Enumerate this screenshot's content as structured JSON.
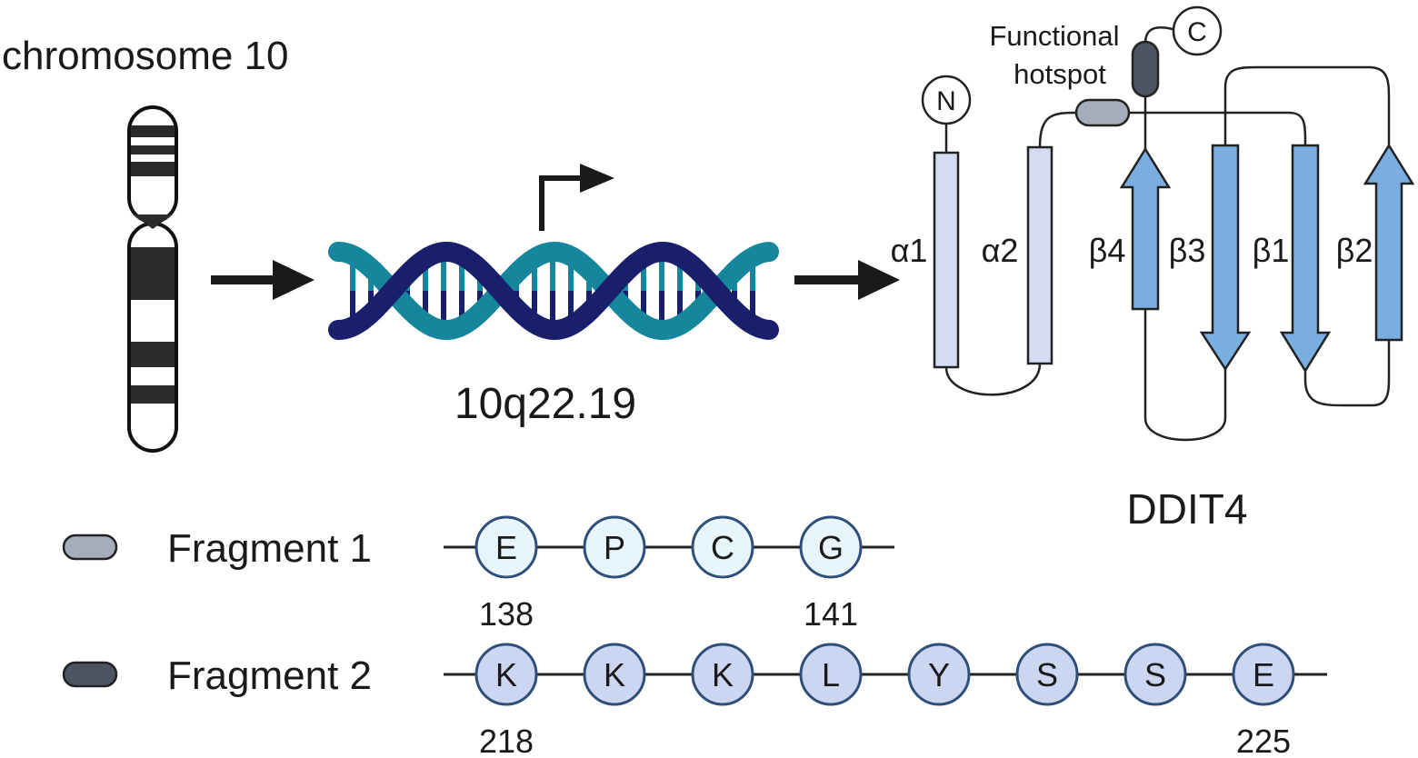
{
  "chromosome": {
    "label": "chromosome 10"
  },
  "locus": {
    "label": "10q22.19"
  },
  "protein": {
    "name": "DDIT4",
    "n_terminus": "N",
    "c_terminus": "C",
    "hotspot_label_line1": "Functional",
    "hotspot_label_line2": "hotspot",
    "helices": [
      "α1",
      "α2"
    ],
    "strands": [
      "β4",
      "β3",
      "β1",
      "β2"
    ]
  },
  "legend": {
    "fragments": [
      {
        "label": "Fragment 1",
        "residues": [
          "E",
          "P",
          "C",
          "G"
        ],
        "start": "138",
        "end": "141",
        "fill": "#e8f5fc",
        "key_color": "#a4adb8"
      },
      {
        "label": "Fragment 2",
        "residues": [
          "K",
          "K",
          "K",
          "L",
          "Y",
          "S",
          "S",
          "E"
        ],
        "start": "218",
        "end": "225",
        "fill": "#cdd6f0",
        "key_color": "#4c5560"
      }
    ]
  },
  "colors": {
    "dna_dark": "#1a1f6b",
    "dna_light": "#16869d",
    "helix_fill": "#d3dcf1",
    "strand_fill": "#7aaee0",
    "residue_stroke": "#2f4f7a"
  }
}
